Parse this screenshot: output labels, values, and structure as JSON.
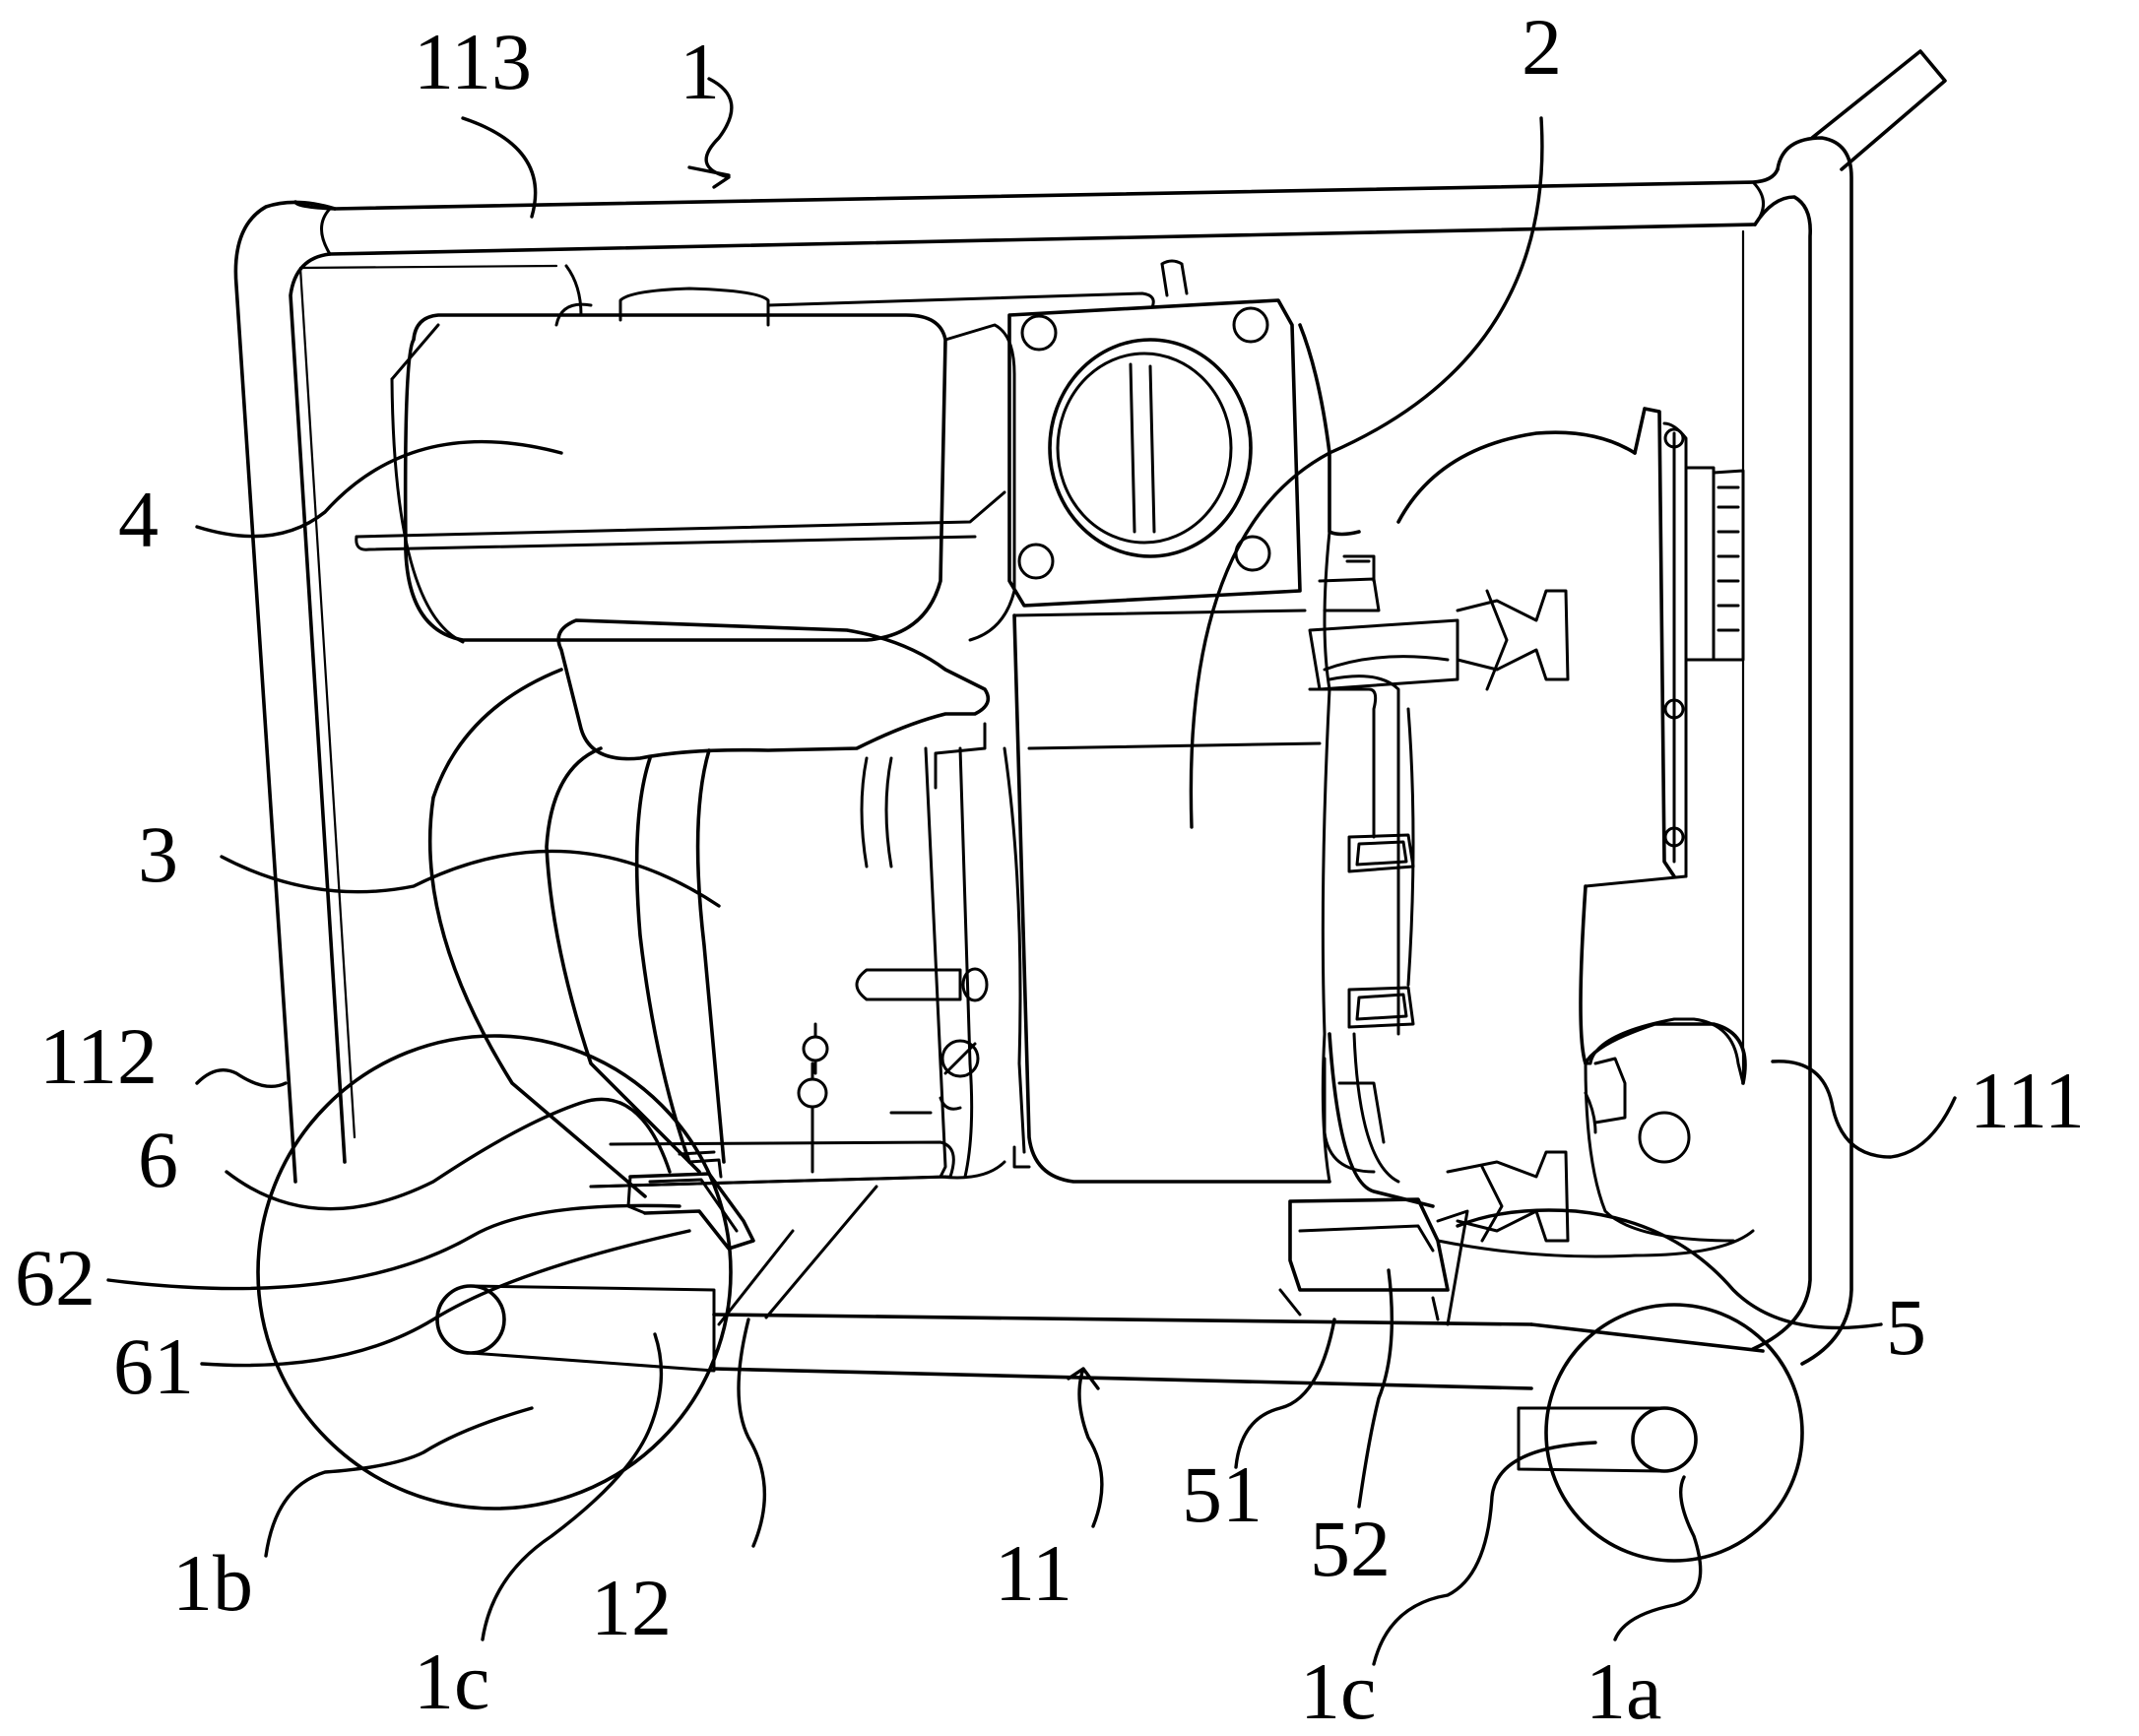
{
  "labels": {
    "frame_top_bar": "113",
    "frame": "1",
    "pump": "2",
    "fuel_tank": "4",
    "engine": "3",
    "frame_left_side": "112",
    "frame_right_side": "111",
    "bracket": "6",
    "bracket_part_a": "62",
    "bracket_part_b": "61",
    "front_mount": "5",
    "base_bar": "11",
    "cross_bar": "12",
    "front_mount_part_a": "51",
    "front_mount_part_b": "52",
    "rear_wheel": "1b",
    "front_wheel": "1a",
    "axle_left": "1c",
    "axle_right": "1c"
  }
}
